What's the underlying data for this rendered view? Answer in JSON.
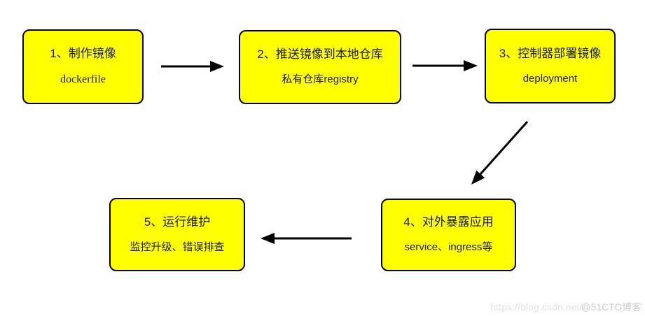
{
  "page": {
    "background_color": "#ffffff"
  },
  "flowchart": {
    "node_fill_color": "#ffff00",
    "node_border_color": "#000000",
    "arrow_color": "#000000",
    "nodes": [
      {
        "title": "1、制作镜像",
        "subtitle": "dockerfile"
      },
      {
        "title": "2、推送镜像到本地仓库",
        "subtitle": "私有仓库registry"
      },
      {
        "title": "3、控制器部署镜像",
        "subtitle": "deployment"
      },
      {
        "title": "4、对外暴露应用",
        "subtitle": "service、ingress等"
      },
      {
        "title": "5、运行维护",
        "subtitle": "监控升级、错误排查"
      }
    ],
    "arrows": [
      {
        "from": "1、制作镜像",
        "to": "2、推送镜像到本地仓库",
        "direction": "right"
      },
      {
        "from": "2、推送镜像到本地仓库",
        "to": "3、控制器部署镜像",
        "direction": "right"
      },
      {
        "from": "3、控制器部署镜像",
        "to": "4、对外暴露应用",
        "direction": "down-left"
      },
      {
        "from": "4、对外暴露应用",
        "to": "5、运行维护",
        "direction": "left"
      }
    ]
  },
  "watermark": {
    "url_text": "https://blog.csdn.net/",
    "badge_text": "@51CTO博客",
    "url_color": "#e2e2e2",
    "badge_color": "#cccccc"
  }
}
